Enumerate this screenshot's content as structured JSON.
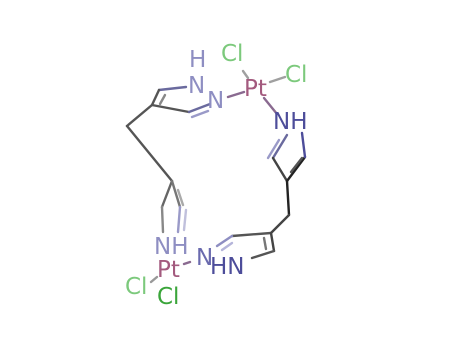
{
  "colors": {
    "N": "#8e8ec2",
    "N_dark": "#4d4d9a",
    "Pt": "#a35a7e",
    "Cl": "#7cc97c",
    "Cl_dark": "#3aa53a",
    "H": "#8e8ec2",
    "C": "#555555",
    "C_dark": "#222222"
  },
  "labels": {
    "cl1": "Cl",
    "cl2": "Cl",
    "pt1": "Pt",
    "h1": "H",
    "n1": "N",
    "n2": "N",
    "nh1": "NH",
    "nh2": "NH",
    "n3": "N",
    "hn1": "HN",
    "pt2": "Pt",
    "cl3": "Cl",
    "cl4": "Cl"
  }
}
